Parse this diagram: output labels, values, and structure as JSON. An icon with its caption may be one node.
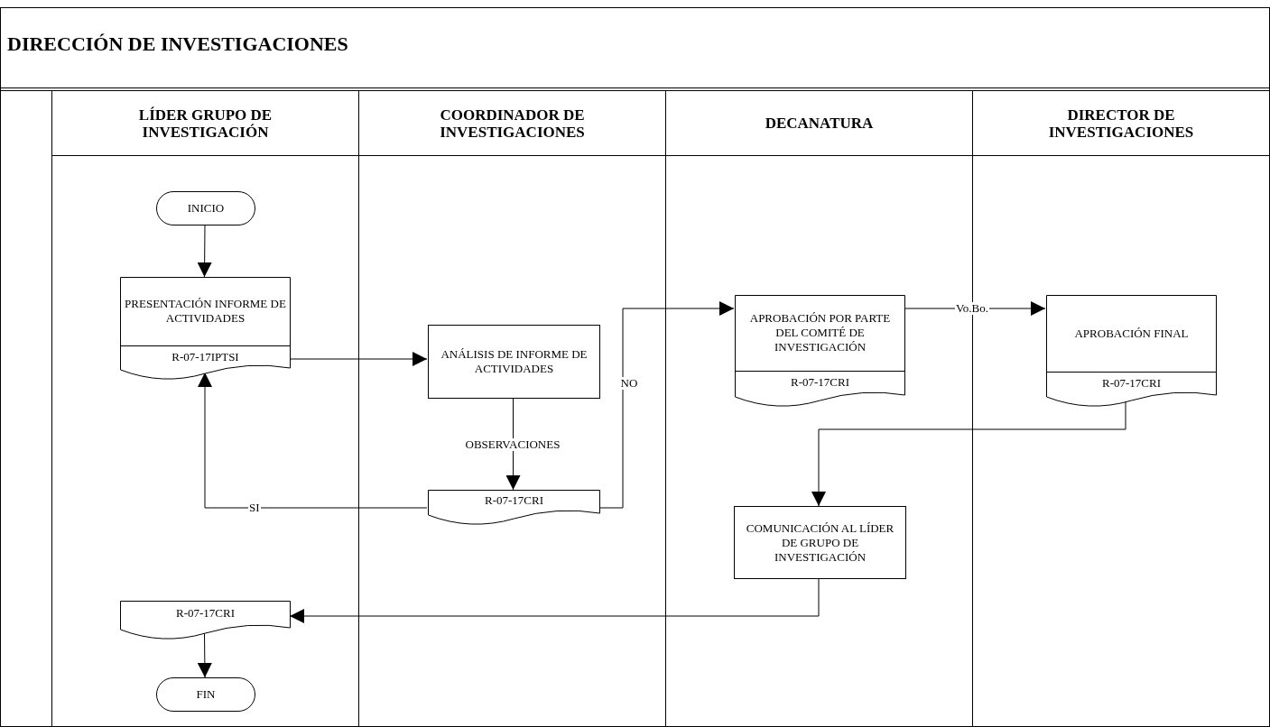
{
  "diagram": {
    "title": "DIRECCIÓN DE INVESTIGACIONES",
    "nodes": [
      {
        "text": [
          "LÍDER GRUPO DE INVESTIGACIÓN"
        ]
      },
      {
        "text": [
          "COORDINADOR DE INVESTIGACIONES"
        ]
      },
      {
        "text": [
          "DECANATURA"
        ]
      },
      {
        "text": [
          "DIRECTOR DE INVESTIGACIONES"
        ]
      },
      {
        "text": [
          "INICIO"
        ],
        "in": 0
      },
      {
        "text": [
          "PRESENTACIÓN INFORME DE ACTIVIDADES",
          "R-07-17IPTSI"
        ],
        "in": 0
      },
      {
        "text": [
          "ANÁLISIS DE INFORME DE ACTIVIDADES"
        ],
        "in": 1
      },
      {
        "text": [
          "R-07-17CRI"
        ],
        "in": 1
      },
      {
        "text": [
          "APROBACIÓN POR PARTE DEL COMITÉ DE INVESTIGACIÓN",
          "R-07-17CRI"
        ],
        "in": 2
      },
      {
        "text": [
          "APROBACIÓN FINAL",
          "R-07-17CRI"
        ],
        "in": 3
      },
      {
        "text": [
          "COMUNICACIÓN AL LÍDER DE GRUPO DE INVESTIGACIÓN"
        ],
        "in": 2
      },
      {
        "text": [
          "R-07-17CRI"
        ],
        "in": 0
      },
      {
        "text": [
          "FIN"
        ],
        "in": 0
      }
    ],
    "edges": [
      {
        "from": 4,
        "to": 5,
        "arrow": "to"
      },
      {
        "from": 5,
        "to": 6,
        "arrow": "to"
      },
      {
        "from": 6,
        "to": 7,
        "arrow": "to",
        "label": "OBSERVACIONES"
      },
      {
        "from": 7,
        "to": 5,
        "arrow": "to",
        "label": "SI"
      },
      {
        "from": 7,
        "to": 8,
        "arrow": "to",
        "label": "NO"
      },
      {
        "from": 8,
        "to": 9,
        "arrow": "to",
        "label": "Vo.Bo."
      },
      {
        "from": 9,
        "to": 10,
        "arrow": "to"
      },
      {
        "from": 10,
        "to": 11,
        "arrow": "to"
      },
      {
        "from": 11,
        "to": 12,
        "arrow": "to"
      }
    ]
  }
}
